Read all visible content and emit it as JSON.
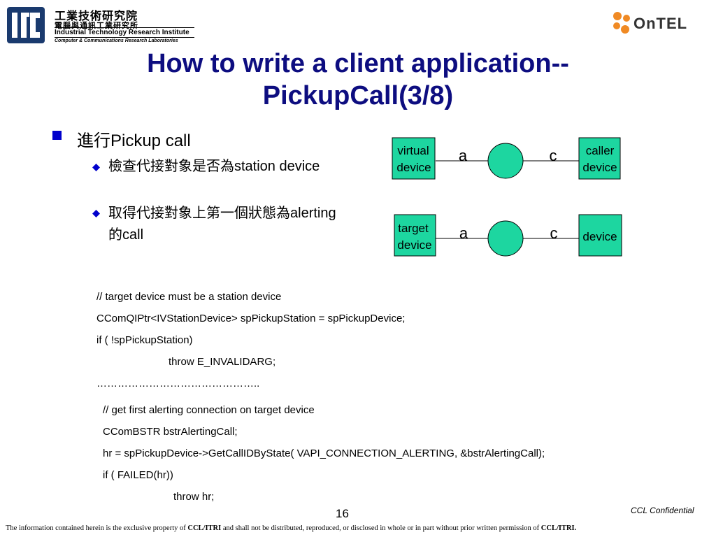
{
  "header": {
    "itri": {
      "name_cn": "工業技術研究院",
      "lab_cn": "電腦與通訊工業研究所",
      "name_en": "Industrial Technology Research Institute",
      "lab_en": "Computer & Communications Research Laboratories",
      "logo_icon": "itri-logo-icon",
      "color": "#1a3a6e"
    },
    "ontel": {
      "word": "OnTEL",
      "logo_icon": "ontel-logo-icon",
      "dot_color": "#f08a24"
    }
  },
  "slide": {
    "title_line1": "How to write a client application--",
    "title_line2": "PickupCall(3/8)",
    "title_color": "#0d0d80",
    "bullets": {
      "level1": "進行Pickup call",
      "level2_a": "檢查代接對象是否為station device",
      "level2_b": "取得代接對象上第一個狀態為alerting的call"
    },
    "bullet_color": "#0000cc"
  },
  "diagram": {
    "box_color": "#1dd6a0",
    "rows": [
      {
        "left_label_1": "virtual",
        "left_label_2": "device",
        "left_conn": "a",
        "right_conn": "c",
        "right_label_1": "caller",
        "right_label_2": "device"
      },
      {
        "left_label_1": "target",
        "left_label_2": "device",
        "left_conn": "a",
        "right_conn": "c",
        "right_label_1": "device",
        "right_label_2": ""
      }
    ]
  },
  "code": {
    "block1": [
      "// target device must be a station device",
      "CComQIPtr<IVStationDevice> spPickupStation = spPickupDevice;",
      "if ( !spPickupStation)",
      "throw E_INVALIDARG;",
      "……………………………………….."
    ],
    "block2": [
      "// get first alerting connection on target device",
      "CComBSTR bstrAlertingCall;",
      "hr = spPickupDevice->GetCallIDByState( VAPI_CONNECTION_ALERTING, &bstrAlertingCall);",
      "if ( FAILED(hr))",
      "throw hr;"
    ]
  },
  "footer": {
    "page_number": "16",
    "confidential": "CCL Confidential",
    "disclaimer_pre": "The information contained herein is the exclusive property of ",
    "disclaimer_org1": "CCL/ITRI",
    "disclaimer_mid": " and shall not be distributed, reproduced, or disclosed in whole or in part without prior written permission of ",
    "disclaimer_org2": "CCL/ITRI."
  }
}
